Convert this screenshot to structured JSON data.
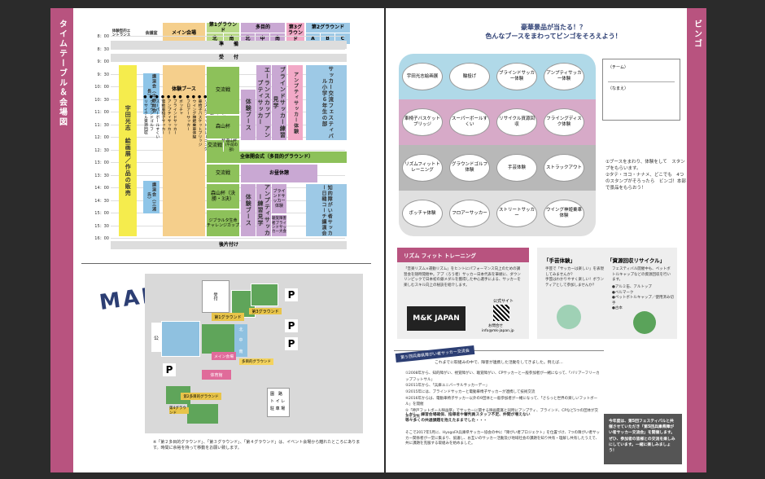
{
  "left_sidebar": "タイムテーブル＆会場図",
  "right_sidebar": "ビンゴ",
  "timetable": {
    "headers": {
      "entrance": "体験型的エントランス",
      "main_hall": "メイン会場",
      "ground1": "第1グラウンド",
      "ground1_north": "北",
      "ground1_south": "南",
      "multi": "多目的",
      "multi_north": "北",
      "multi_mid": "中",
      "multi_south": "南",
      "ground3": "第3グラウンド",
      "ground3_multi": "多目的",
      "ground2": "第2グラウンド",
      "ground2_a": "A",
      "ground2_b": "B",
      "ground2_c": "C",
      "hall": "会議室"
    },
    "times": [
      "8：00",
      "8：30",
      "9：00",
      "9：30",
      "10：00",
      "10：30",
      "11：00",
      "11：30",
      "12：00",
      "12：30",
      "13：00",
      "13：30",
      "14：00",
      "14：30",
      "15：00",
      "15：30",
      "16：00"
    ],
    "junbi": "準　　備",
    "uketsuke": "受　　付",
    "katazuke": "後片付け",
    "uda": "宇田光志　絵画展／作品の販売",
    "hall_upper": "講演会（中野前会長）",
    "hall_lower": "講演会（三浦氏）",
    "taiken": "体験ブース",
    "taiken_items_left": [
      "●ボッチャ",
      "●ブラインドサッカー",
      "●アンプティサッカー",
      "●電動車椅子サッカー",
      "●スーパーボールすくい",
      "●グラウンドゴルフ",
      "●リサイクル資源回収"
    ],
    "taiken_items_right": [
      "●フライングディスク体験",
      "●ストラックアウト",
      "●手芸体験",
      "●リズムフィットトレーニング",
      "●車椅子バスケットブリッジ",
      "●ウイング神姫乗車体験",
      "●フロアーサッカー"
    ],
    "koryusen1": "交流戦",
    "koryusen2": "交流戦",
    "koryusen3": "交流戦",
    "moriyama1": "森山杯",
    "moriyama2": "森山杯 (午前の部)",
    "moriyama3": "森山杯（決勝・3決）",
    "jsfa": "ジブラルタ生命チャレンジカップ",
    "opening": "全体開会式（多目的グラウンド）",
    "lunch": "お昼休憩",
    "experience": "体験ブース",
    "amputee1": "エーランスカップ　アンプティサッカー",
    "amputee2": "アンプティサッカー練習見学",
    "amputee3": "アンプティサッカー体験",
    "blind1": "ブラインドサッカー練習見学",
    "blind2": "ブラインドサッカー体験",
    "blind3": "聴覚障害者ブラインドサッカー大会",
    "futsal": "サッカー交流フェスティバル小学６年生の部",
    "futsal2": "知的障がい者サッカー日韓コーチ講演会"
  },
  "map": {
    "title": "MAP",
    "ground1": "第1グラウンド",
    "ground2": "第2多目的グラウンド",
    "ground3": "第3グラウンド",
    "ground4": "第4グラウンド",
    "main_hall": "メイン会場",
    "multi": "多目的グラウンド",
    "reception": "受付",
    "kokyo": "公",
    "hall": "体育館",
    "north": "北",
    "mid": "中",
    "south": "南",
    "parking": "P",
    "legend": [
      "園　路",
      "ト イ レ",
      "駐 車 場"
    ],
    "note": "※「第２多目的グラウンド」、「第３グラウンド」、「第４グラウンド」は、イベント会場から離れたところにあります。時間に余裕を持って移動をお願い致します。"
  },
  "bingo": {
    "heading1": "豪華景品が当たる！？",
    "heading2": "色んなブースをまわってビンゴをそろえよう！",
    "cells": [
      [
        "宇田光志絵画展",
        "輪投げ",
        "ブラインドサッカー体験",
        "アンプティサッカー体験"
      ],
      [
        "車椅子バスケットブリッジ",
        "スーパーボールすくい",
        "リサイクル資源回収",
        "フライングディスク体験"
      ],
      [
        "リズムフィットトレーニング",
        "グラウンドゴルフ体験",
        "手芸体験",
        "ストラックアウト"
      ],
      [
        "ボッチャ体験",
        "フロアーサッカー",
        "ストリートサッカー",
        "ウイング神姫乗車体験"
      ]
    ],
    "team_label": "（チーム）",
    "name_label": "（なまえ）",
    "instructions": [
      "①ブースをまわり、体験をして　スタンプをもらいます。",
      "②タテ・ヨコ・ナナメ、どこでも　4つのスタンプがそろったら　ビンゴ！本部で景品をもらおう！"
    ]
  },
  "rhythm": {
    "title": "リズム フィット トレーニング",
    "body": "「音楽リズム×運動リズム」をヒントにパフォーマンス向上のための講習会を随時開催中。アプ（ろう者）サッカー日本代表を筆頭に、ダウンリンピックで日本初の銀メダルを獲得した中心選手による、サッカーを楽しむスキル向上の秘訣を紹介します。",
    "logo": "M&K JAPAN",
    "site_label": "公式サイト",
    "contact_label": "お問合せ",
    "contact": "info@mk-japan.jp"
  },
  "handcraft": {
    "title": "「手芸体験」",
    "body": "手芸で「サッカーは楽しい」を表現してみませんか？\n手芸はわかりやすく楽しい！ボランティアとして参加しませんか？"
  },
  "recycle": {
    "title": "「資源回収リサイクル」",
    "body": "フェスティバル開催中も、ペットボトルキャップなどの資源回収を行います。",
    "items": [
      "●アルミ缶、アルトップ",
      "●ベルマーク",
      "●ペットボトルキャップ／使用済み切手",
      "●古本"
    ]
  },
  "exchange": {
    "title": "第５回兵庫県障がい者サッカー交流会",
    "intro": "これまでに取組みの中で、障害が連携した活動をしてきました。例えば…",
    "items": [
      "①2008年から、知的障がい、視覚障がい、聴覚障がい、CPサッカーと一般参加者が一緒になって、「バリアーフリーカップフットサル」",
      "②2011年から、「兵庫ユニバーサルサッカーデー」",
      "③2015年には、ブラインドサッカーと電動車椅子サッカーが連携して技術交流",
      "④2016年からは、電動車椅子サッカー以外の9団体と一般参加者が一緒になって、「さらっと世界の楽しいフットボール」を開催",
      "⑤「神戸フットボール映画祭」でサッカーに関する映画鑑賞と同時にアンプティ、ブラインド、CPなど5つの団体が交流を実施"
    ],
    "quote": "しかし、練習会場確保、指導者や審判員スタッフ不足、仲間が増えない 等々多くの共通課題を抱えたままでした・・・",
    "body": "そこで2017年5月に、HyogoFA兵庫県サッカー協会の中に「障がい者プロジェクト」を位置づけ、7つの障がい者サッカー関係者が一堂に集まり、協議し、お互いのサッカー活動及び地域社会の課題を知り共有・理解し共有したうえで、共に課題を克服する取組みを始めました。",
    "side_note": "今年度は、第5回フェスティバルと共催させていただき「第5回兵庫県障がい者サッカー交流会」を開催します。ぜひ、参加者の皆様との交流を楽しみにしています。一緒に楽しみましょう！"
  }
}
